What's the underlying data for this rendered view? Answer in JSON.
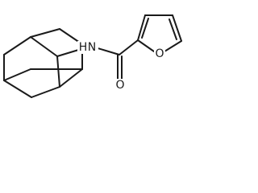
{
  "structure": {
    "atoms": {
      "nh": "H",
      "n": "N",
      "carbonyl_o": "O",
      "furan_o": "O"
    }
  }
}
